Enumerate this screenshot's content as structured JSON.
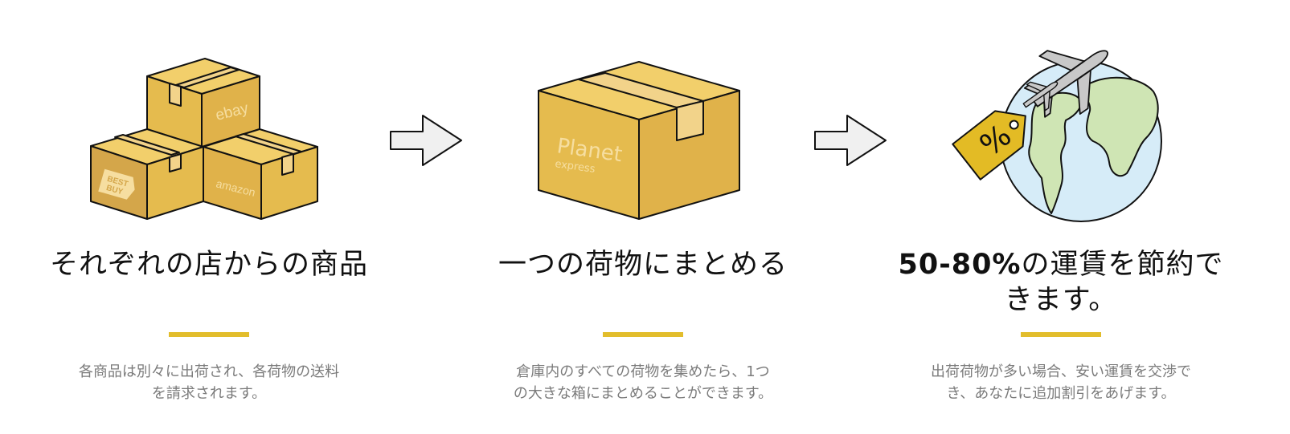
{
  "steps": [
    {
      "title": "それぞれの店からの商品",
      "description_line1": "各商品は別々に出荷され、各荷物の送料",
      "description_line2": "を請求されます。",
      "box_logos": {
        "ebay": "ebay",
        "bestbuy_line1": "BEST",
        "bestbuy_line2": "BUY",
        "amazon": "amazon"
      }
    },
    {
      "title": "一つの荷物にまとめる",
      "description_line1": "倉庫内のすべての荷物を集めたら、1つ",
      "description_line2": "の大きな箱にまとめることができます。",
      "box_logo_line1": "Planet",
      "box_logo_line2": "express"
    },
    {
      "title_strong": "50-80%",
      "title_rest_line1": "の運賃を節約で",
      "title_line2": "きます。",
      "description_line1": "出荷荷物が多い場合、安い運賃を交渉で",
      "description_line2": "き、あなたに追加割引をあげます。",
      "tag_text": "%"
    }
  ],
  "colors": {
    "accent": "#e2bd2c",
    "box_fill": "#e5bb4e",
    "box_dark": "#d4a64a",
    "tape": "#f2d38a",
    "ocean": "#d6ecf8",
    "land": "#cfe5b4",
    "plane": "#c8c8c8",
    "tag": "#e3bb25",
    "text_dark": "#111111",
    "text_gray": "#7b7b7b"
  },
  "icons": {
    "arrow": "right-arrow-icon",
    "boxes": "three-boxes-icon",
    "box": "single-box-icon",
    "globe": "globe-plane-icon"
  }
}
